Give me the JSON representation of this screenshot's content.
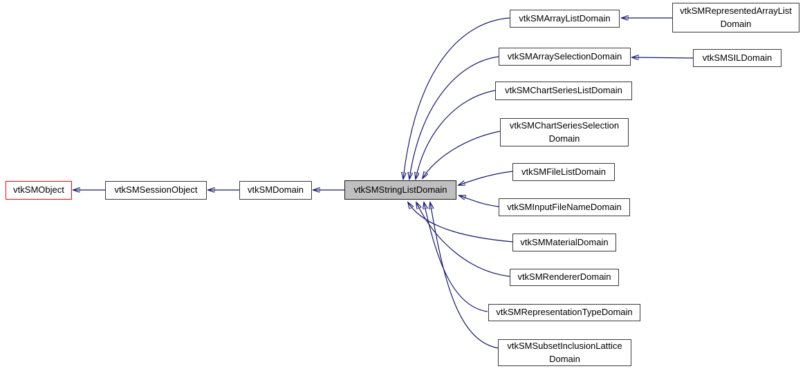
{
  "diagram": {
    "type": "class-inheritance-graph",
    "subject": "vtkSMStringListDomain",
    "colors": {
      "background": "#ffffff",
      "edge": "#191970",
      "node_border": "#3a3a3a",
      "node_fill": "#ffffff",
      "current_node_fill": "#bfbfbf",
      "root_node_border": "#ff0000",
      "text": "#000000"
    },
    "nodes": {
      "obj": {
        "label": "vtkSMObject"
      },
      "session": {
        "label": "vtkSMSessionObject"
      },
      "domain": {
        "label": "vtkSMDomain"
      },
      "stringlist": {
        "label": "vtkSMStringListDomain"
      },
      "arraylist": {
        "label": "vtkSMArrayListDomain"
      },
      "represented": {
        "label": "vtkSMRepresentedArrayList\nDomain"
      },
      "arraysel": {
        "label": "vtkSMArraySelectionDomain"
      },
      "sil": {
        "label": "vtkSMSILDomain"
      },
      "chartlist": {
        "label": "vtkSMChartSeriesListDomain"
      },
      "chartsel": {
        "label": "vtkSMChartSeriesSelection\nDomain"
      },
      "filelist": {
        "label": "vtkSMFileListDomain"
      },
      "inputfile": {
        "label": "vtkSMInputFileNameDomain"
      },
      "material": {
        "label": "vtkSMMaterialDomain"
      },
      "renderer": {
        "label": "vtkSMRendererDomain"
      },
      "reptype": {
        "label": "vtkSMRepresentationTypeDomain"
      },
      "subset": {
        "label": "vtkSMSubsetInclusionLattice\nDomain"
      }
    },
    "edges": [
      {
        "from": "vtkSMSessionObject",
        "to": "vtkSMObject",
        "relation": "inherits"
      },
      {
        "from": "vtkSMDomain",
        "to": "vtkSMSessionObject",
        "relation": "inherits"
      },
      {
        "from": "vtkSMStringListDomain",
        "to": "vtkSMDomain",
        "relation": "inherits"
      },
      {
        "from": "vtkSMArrayListDomain",
        "to": "vtkSMStringListDomain",
        "relation": "inherits"
      },
      {
        "from": "vtkSMRepresentedArrayListDomain",
        "to": "vtkSMArrayListDomain",
        "relation": "inherits"
      },
      {
        "from": "vtkSMArraySelectionDomain",
        "to": "vtkSMStringListDomain",
        "relation": "inherits"
      },
      {
        "from": "vtkSMSILDomain",
        "to": "vtkSMArraySelectionDomain",
        "relation": "inherits"
      },
      {
        "from": "vtkSMChartSeriesListDomain",
        "to": "vtkSMStringListDomain",
        "relation": "inherits"
      },
      {
        "from": "vtkSMChartSeriesSelectionDomain",
        "to": "vtkSMStringListDomain",
        "relation": "inherits"
      },
      {
        "from": "vtkSMFileListDomain",
        "to": "vtkSMStringListDomain",
        "relation": "inherits"
      },
      {
        "from": "vtkSMInputFileNameDomain",
        "to": "vtkSMStringListDomain",
        "relation": "inherits"
      },
      {
        "from": "vtkSMMaterialDomain",
        "to": "vtkSMStringListDomain",
        "relation": "inherits"
      },
      {
        "from": "vtkSMRendererDomain",
        "to": "vtkSMStringListDomain",
        "relation": "inherits"
      },
      {
        "from": "vtkSMRepresentationTypeDomain",
        "to": "vtkSMStringListDomain",
        "relation": "inherits"
      },
      {
        "from": "vtkSMSubsetInclusionLatticeDomain",
        "to": "vtkSMStringListDomain",
        "relation": "inherits"
      }
    ]
  }
}
